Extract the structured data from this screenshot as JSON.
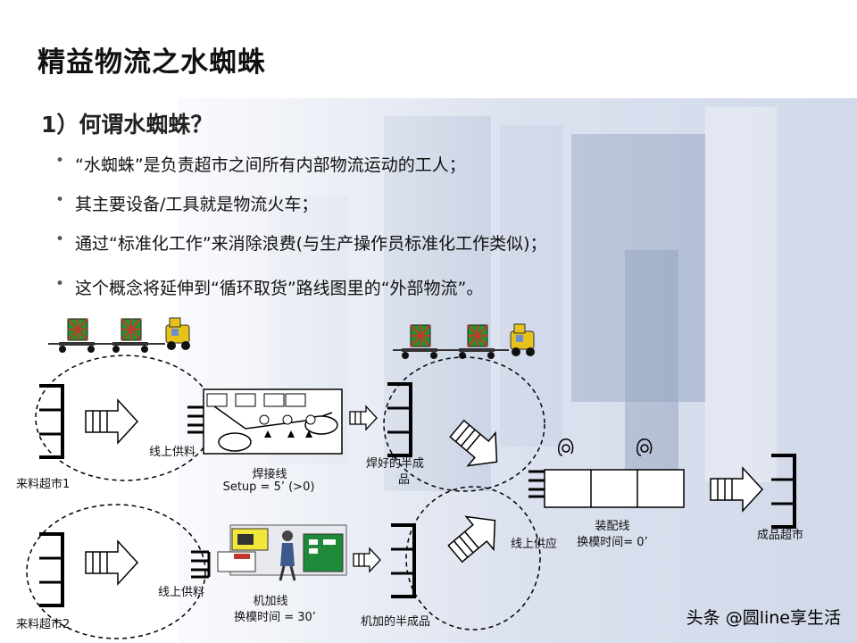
{
  "slide": {
    "title": "精益物流之水蜘蛛",
    "subtitle": "1）何谓水蜘蛛？",
    "bullets": [
      "“水蜘蛛”是负责超市之间所有内部物流运动的工人；",
      "其主要设备/工具就是物流火车；",
      "通过“标准化工作”来消除浪费(与生产操作员标准化工作类似)；",
      "这个概念将延伸到“循环取货”路线图里的“外部物流”。"
    ]
  },
  "diagram": {
    "labels": {
      "supermarket_in1": "来料超市1",
      "supermarket_in2": "来料超市2",
      "lineside_feed1": "线上供料",
      "lineside_feed2": "线上供料",
      "welding_line": "焊接线",
      "welding_setup": "Setup = 5’ (>0)",
      "welded_semi_1": "焊好的半成",
      "welded_semi_2": "品",
      "lineside_supply": "线上供应",
      "assembly_line": "装配线",
      "assembly_changeover": "换模时间= 0’",
      "finished_supermarket": "成品超市",
      "machining_line": "机加线",
      "machining_changeover": "换模时间 = 30’",
      "machined_semi": "机加的半成品"
    }
  },
  "footer": {
    "watermark": "头条 @圆line享生活"
  },
  "colors": {
    "bg_tint": "#c9d2e6",
    "cargo_green": "#2f8f2f",
    "cargo_red": "#c0392b",
    "truck_yellow": "#e6c21a",
    "machine_yellow": "#f1e63a",
    "machine_green": "#1f8a3a"
  }
}
